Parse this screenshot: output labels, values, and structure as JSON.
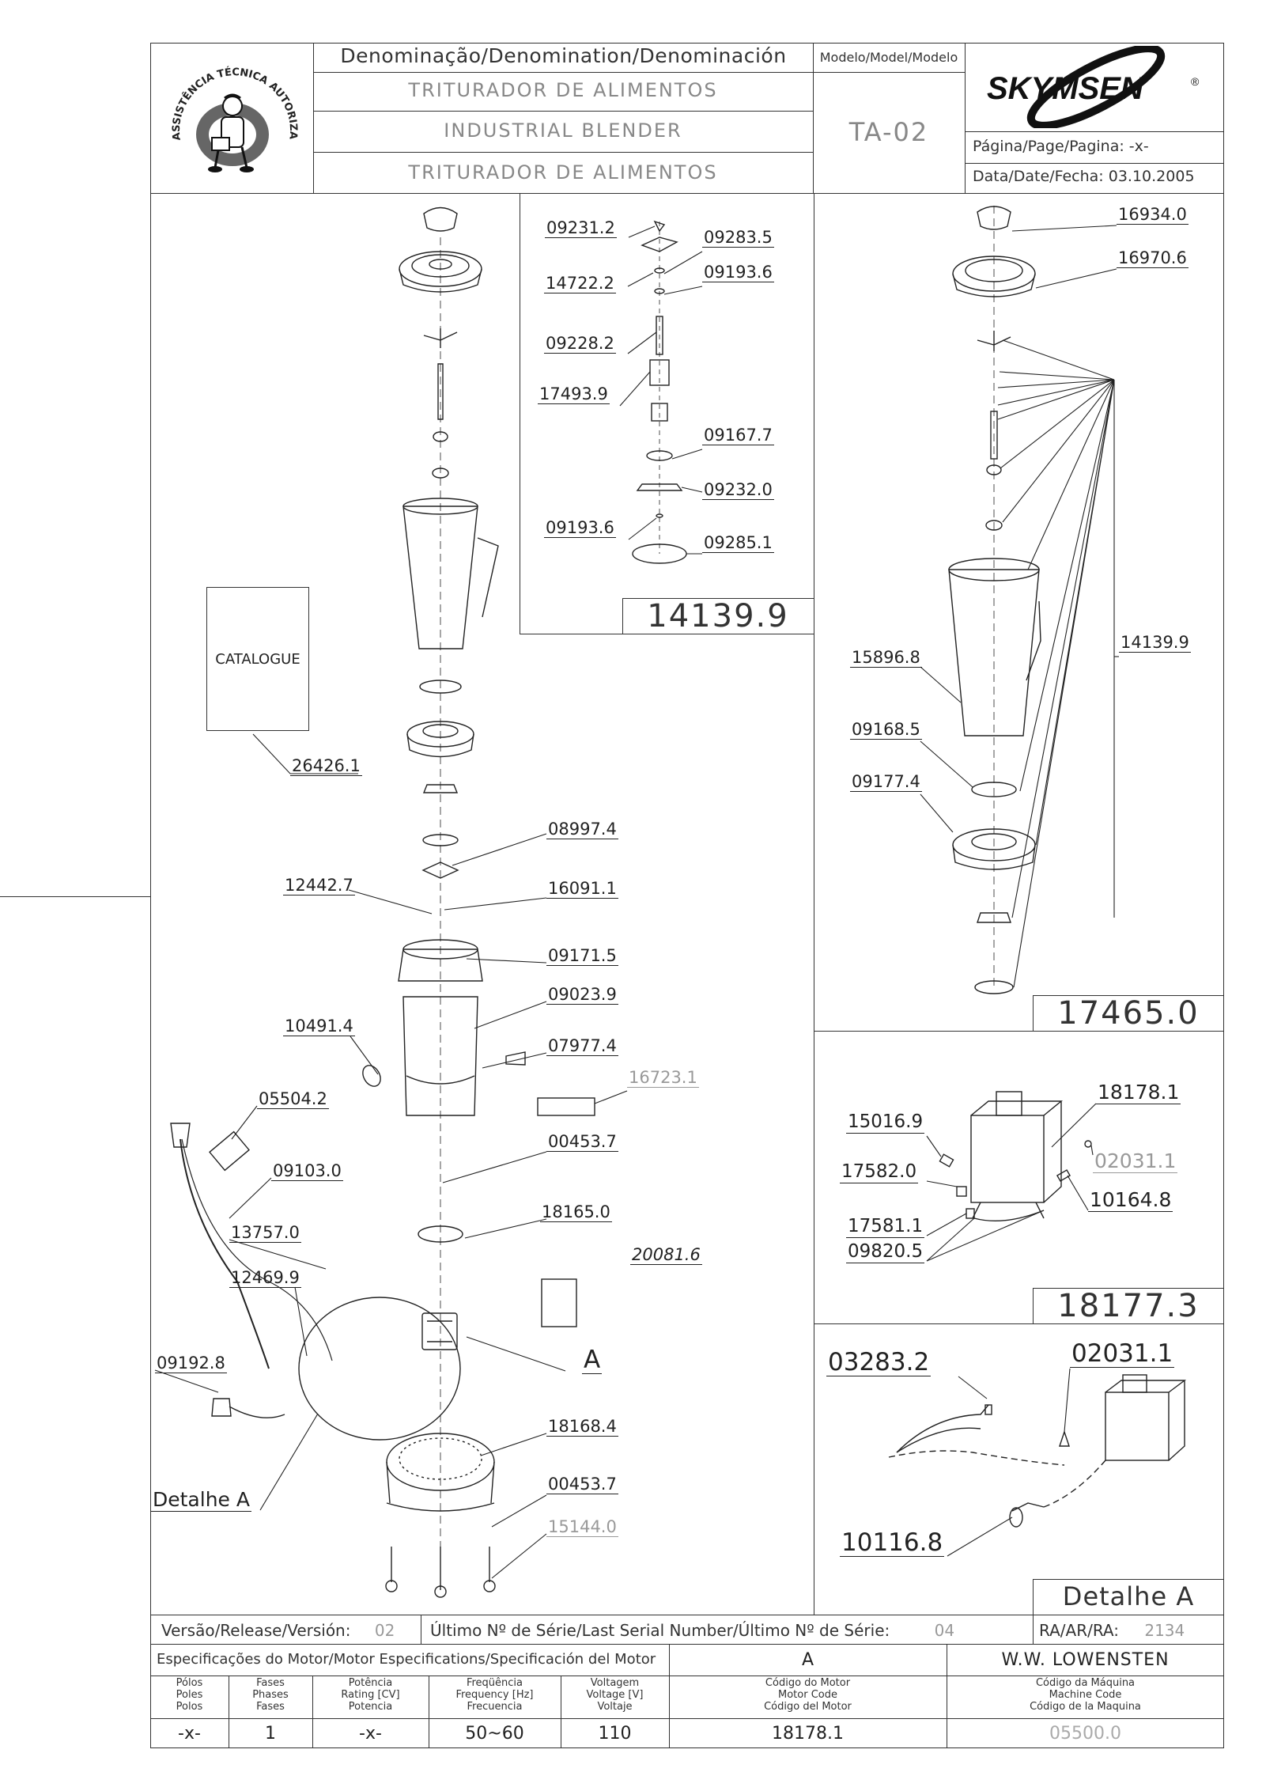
{
  "header": {
    "denomination_heading": "Denominação/Denomination/Denominación",
    "names": [
      "TRITURADOR DE ALIMENTOS",
      "INDUSTRIAL BLENDER",
      "TRITURADOR DE ALIMENTOS"
    ],
    "model_heading": "Modelo/Model/Modelo",
    "model": "TA-02",
    "brand": "SKYMSEN",
    "brand_mark": "®",
    "page_label": "Página/Page/Pagina:",
    "page_value": "-x-",
    "date_label": "Data/Date/Fecha:",
    "date_value": "03.10.2005",
    "logo_text": "ASSISTÊNCIA TÉCNICA AUTORIZADA"
  },
  "catalogue": {
    "label": "CATALOGUE",
    "part": "26426.1"
  },
  "main_parts": [
    "08997.4",
    "12442.7",
    "16091.1",
    "09171.5",
    "09023.9",
    "10491.4",
    "07977.4",
    "16723.1",
    "05504.2",
    "00453.7",
    "09103.0",
    "18165.0",
    "13757.0",
    "20081.6",
    "12469.9",
    "A",
    "09192.8",
    "18168.4",
    "00453.7",
    "15144.0"
  ],
  "detail_a_label": "Detalhe A",
  "blade_assembly": {
    "parts": [
      "09231.2",
      "09283.5",
      "14722.2",
      "09193.6",
      "09228.2",
      "17493.9",
      "09167.7",
      "09232.0",
      "09193.6",
      "09285.1"
    ],
    "assembly_number": "14139.9"
  },
  "jar_assembly": {
    "parts": [
      "16934.0",
      "16970.6",
      "14139.9",
      "15896.8",
      "09168.5",
      "09177.4"
    ],
    "assembly_number": "17465.0"
  },
  "motor_assembly": {
    "parts": [
      "15016.9",
      "18178.1",
      "02031.1",
      "17582.0",
      "10164.8",
      "17581.1",
      "09820.5"
    ],
    "assembly_number": "18177.3"
  },
  "detail_a": {
    "parts": [
      "03283.2",
      "02031.1",
      "10116.8"
    ],
    "title": "Detalhe A"
  },
  "footer": {
    "version_label": "Versão/Release/Versión:",
    "version_value": "02",
    "serial_label": "Último Nº de Série/Last Serial Number/Último Nº de Série:",
    "serial_value": "04",
    "ra_label": "RA/AR/RA:",
    "ra_value": "2134",
    "motor_spec_label": "Especificações do Motor/Motor Especifications/Specificación del Motor",
    "motor_letter": "A",
    "author": "W.W. LOWENSTEN",
    "columns": [
      {
        "h": [
          "Pólos",
          "Poles",
          "Polos"
        ],
        "v": "-x-"
      },
      {
        "h": [
          "Fases",
          "Phases",
          "Fases"
        ],
        "v": "1"
      },
      {
        "h": [
          "Potência",
          "Rating [CV]",
          "Potencia"
        ],
        "v": "-x-"
      },
      {
        "h": [
          "Freqüência",
          "Frequency [Hz]",
          "Frecuencia"
        ],
        "v": "50~60"
      },
      {
        "h": [
          "Voltagem",
          "Voltage [V]",
          "Voltaje"
        ],
        "v": "110"
      },
      {
        "h": [
          "Código do Motor",
          "Motor Code",
          "Código del Motor"
        ],
        "v": "18178.1"
      },
      {
        "h": [
          "Código da Máquina",
          "Machine Code",
          "Código de la Maquina"
        ],
        "v": "05500.0"
      }
    ]
  }
}
